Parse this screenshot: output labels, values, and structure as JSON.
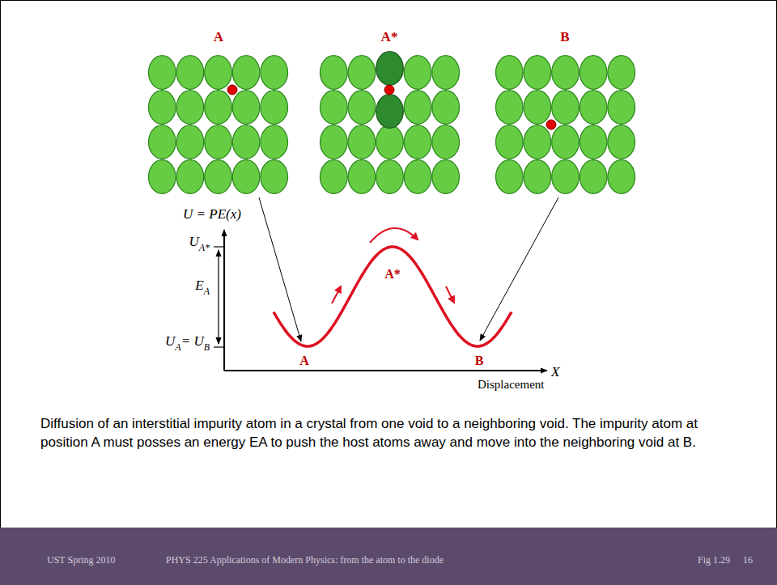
{
  "diagram": {
    "caption": "Diffusion of an interstitial impurity atom in a crystal from one void to a neighboring void. The impurity atom at position A must posses an energy EA to push the host atoms away and move into the neighboring void at B.",
    "labels": [
      "A",
      "A*",
      "B",
      "U = PE(x)",
      "U",
      "A*",
      "E",
      "A",
      "U",
      "A",
      "= U",
      "B",
      "A*",
      "A",
      "B",
      "X",
      "Displacement",
      "UST Spring 2010",
      "PHYS 225 Applications of Modern Physics: from the atom to the diode",
      "Fig 1.29",
      "16"
    ]
  }
}
